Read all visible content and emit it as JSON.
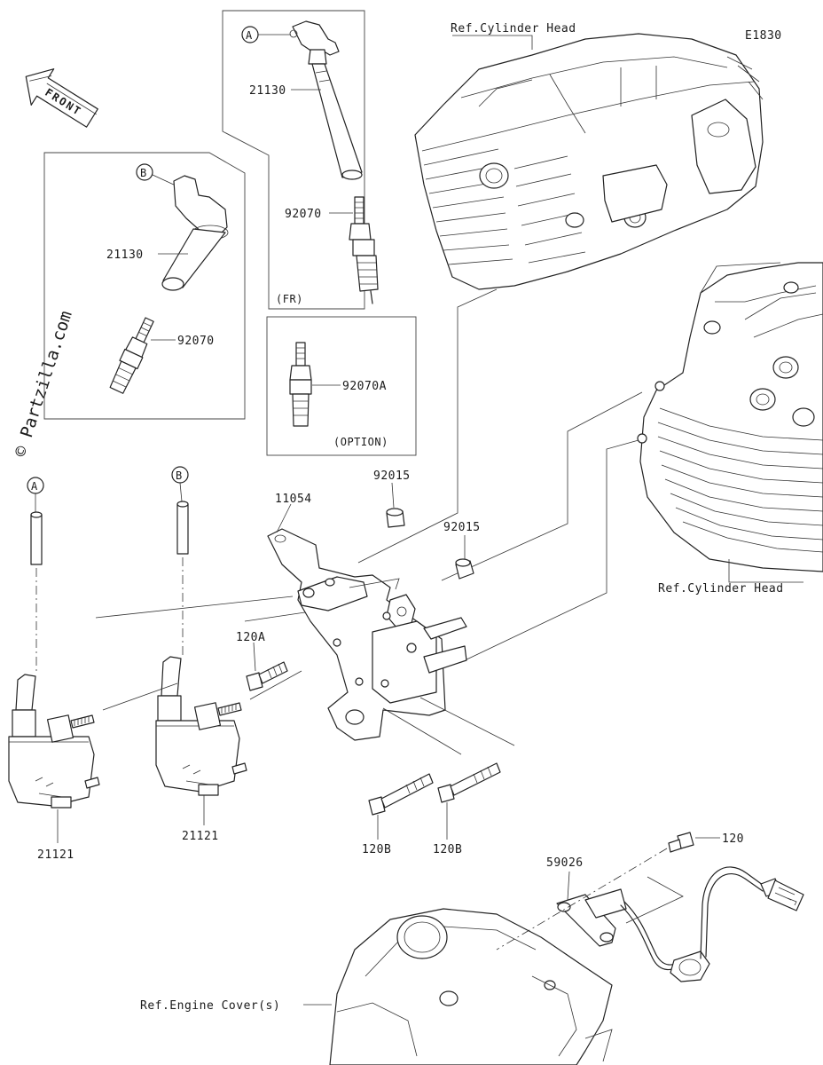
{
  "diagram": {
    "code": "E1830",
    "front_label": "FRONT",
    "watermark": "© Partzilla.com",
    "ref_labels": {
      "cylinder_head_top": "Ref.Cylinder Head",
      "cylinder_head_right": "Ref.Cylinder Head",
      "engine_cover": "Ref.Engine Cover(s)"
    },
    "box_labels": {
      "fr": "(FR)",
      "option": "(OPTION)"
    },
    "callouts": {
      "a_top": "A",
      "b_top": "B",
      "a_bottom": "A",
      "b_bottom": "B"
    },
    "parts": {
      "cap_fr": "21130",
      "plug_fr": "92070",
      "cap_rr": "21130",
      "plug_rr": "92070",
      "plug_option": "92070A",
      "bracket": "11054",
      "collar_1": "92015",
      "collar_2": "92015",
      "bolt_a": "120A",
      "coil_1": "21121",
      "coil_2": "21121",
      "bolt_b1": "120B",
      "bolt_b2": "120B",
      "sensor": "59026",
      "bolt_sensor": "120"
    }
  }
}
